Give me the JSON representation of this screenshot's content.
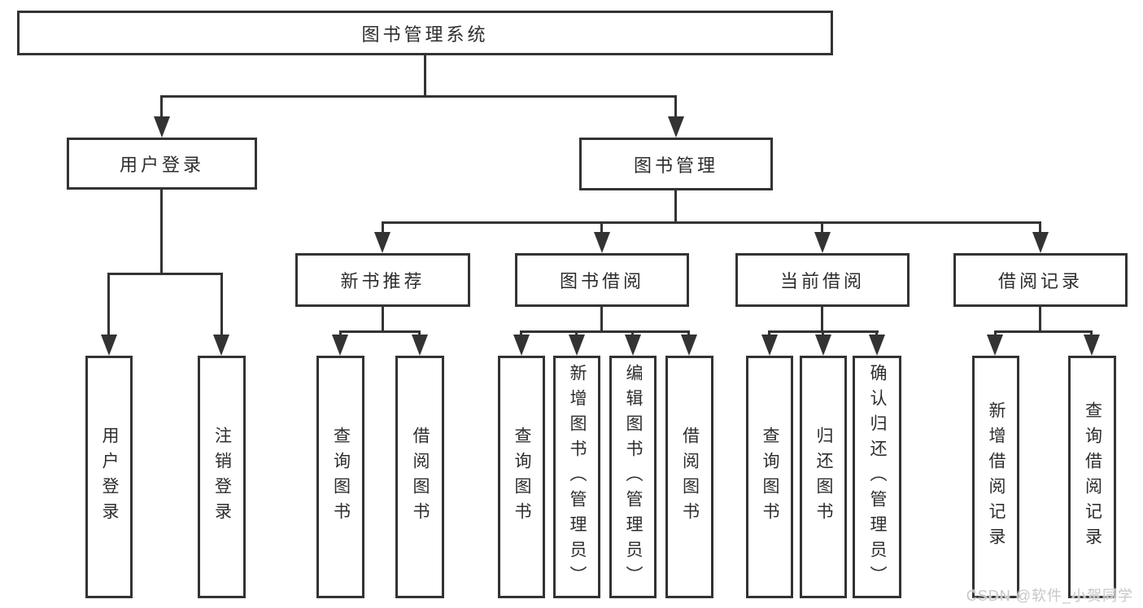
{
  "diagram": {
    "root": "图书管理系统",
    "nodes": {
      "user_login": "用户登录",
      "book_mgmt": "图书管理",
      "user_login_sub": [
        "用户登录",
        "注销登录"
      ],
      "new_book": "新书推荐",
      "book_borrow": "图书借阅",
      "current_borrow": "当前借阅",
      "borrow_record": "借阅记录",
      "new_book_sub": [
        "查询图书",
        "借阅图书"
      ],
      "book_borrow_sub": [
        "查询图书",
        "新增图书（管理员）",
        "编辑图书（管理员）",
        "借阅图书"
      ],
      "current_borrow_sub": [
        "查询图书",
        "归还图书",
        "确认归还（管理员）"
      ],
      "borrow_record_sub": [
        "新增借阅记录",
        "查询借阅记录"
      ]
    }
  },
  "watermark": "CSDN @软件_小贺同学",
  "colors": {
    "line": "#333333",
    "text": "#2d2d2d",
    "watermark": "#c7c7c7",
    "background": "#ffffff"
  }
}
